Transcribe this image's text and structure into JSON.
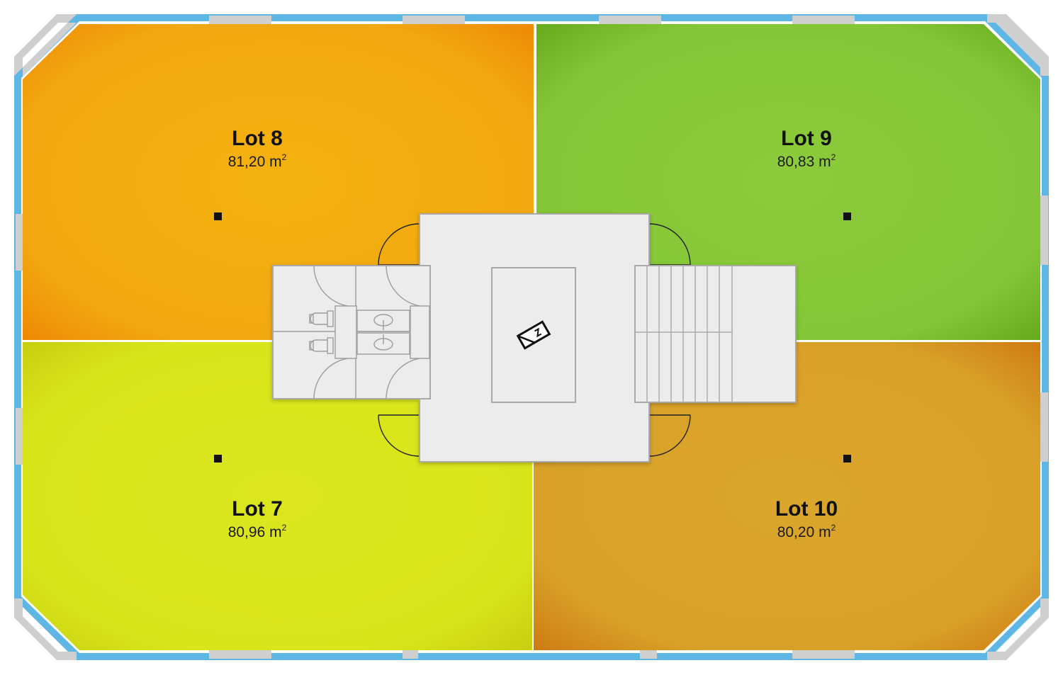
{
  "colors": {
    "wall": "#cfcfcf",
    "glass": "#5db6e4",
    "core": "#ececec",
    "core_stroke": "#a9a9a9",
    "lot8": "#f3a50d",
    "lot9": "#84c836",
    "lot7": "#d8e51a",
    "lot10": "#d99f28"
  },
  "lots": {
    "lot8": {
      "name": "Lot 8",
      "area": "81,20 m",
      "unit_sup": "2"
    },
    "lot9": {
      "name": "Lot 9",
      "area": "80,83 m",
      "unit_sup": "2"
    },
    "lot7": {
      "name": "Lot 7",
      "area": "80,96 m",
      "unit_sup": "2"
    },
    "lot10": {
      "name": "Lot 10",
      "area": "80,20 m",
      "unit_sup": "2"
    }
  },
  "icons": {
    "elevator": "elevator-icon",
    "toilet": "toilet-icon",
    "sink": "sink-icon",
    "stairs": "stairs-icon",
    "pillar": "pillar-icon"
  }
}
